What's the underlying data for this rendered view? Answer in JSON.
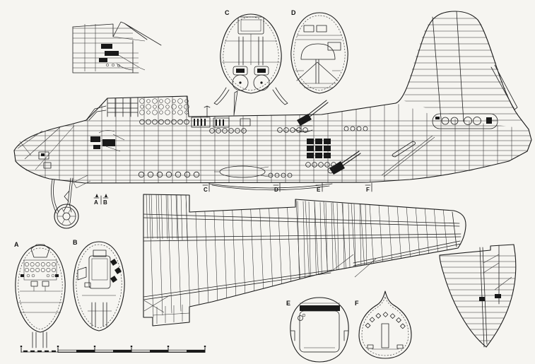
{
  "palette": {
    "paper": "#f6f5f1",
    "ink": "#1b1b1b"
  },
  "cross_sections": {
    "a": {
      "label": "A"
    },
    "b": {
      "label": "B"
    },
    "c": {
      "label": "C"
    },
    "d": {
      "label": "D"
    },
    "e": {
      "label": "E"
    },
    "f": {
      "label": "F"
    }
  },
  "station_markers": {
    "nose_a": "A",
    "nose_b": "B",
    "c": "C",
    "d": "D",
    "e": "E",
    "f": "F"
  }
}
